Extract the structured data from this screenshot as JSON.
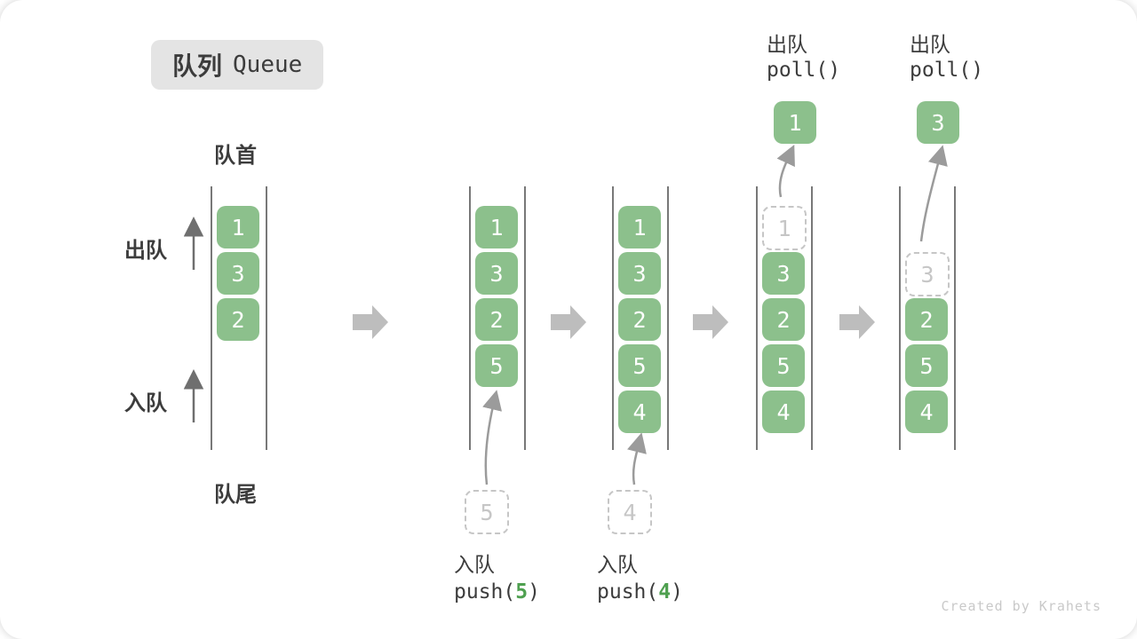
{
  "title": {
    "zh": "队列",
    "en": "Queue"
  },
  "labels": {
    "front": "队首",
    "rear": "队尾",
    "dequeue": "出队",
    "enqueue": "入队"
  },
  "watermark": "Created by Krahets",
  "colors": {
    "box_green": "#8CC08C",
    "arg_green": "#4FA050",
    "block_arrow": "#BDBDBD",
    "wall_gray": "#787878",
    "ghost_gray": "#C6C6C6",
    "arrow_dark": "#6F6F6F",
    "arrow_light": "#9B9B9B",
    "text_dark": "#3C3C3C",
    "badge_bg": "#E4E4E4",
    "watermark_gray": "#C9C9C9"
  },
  "states": [
    {
      "name": "initial",
      "slots": [
        {
          "v": "1"
        },
        {
          "v": "3"
        },
        {
          "v": "2"
        }
      ]
    },
    {
      "name": "after-push-5",
      "slots": [
        {
          "v": "1"
        },
        {
          "v": "3"
        },
        {
          "v": "2"
        },
        {
          "v": "5"
        }
      ],
      "op": {
        "type": "enqueue",
        "label": "入队",
        "code_pre": "push(",
        "arg": "5",
        "code_post": ")",
        "staged": "5"
      }
    },
    {
      "name": "after-push-4",
      "slots": [
        {
          "v": "1"
        },
        {
          "v": "3"
        },
        {
          "v": "2"
        },
        {
          "v": "5"
        },
        {
          "v": "4"
        }
      ],
      "op": {
        "type": "enqueue",
        "label": "入队",
        "code_pre": "push(",
        "arg": "4",
        "code_post": ")",
        "staged": "4"
      }
    },
    {
      "name": "after-poll-1",
      "slots": [
        {
          "v": "1",
          "ghost": true
        },
        {
          "v": "3"
        },
        {
          "v": "2"
        },
        {
          "v": "5"
        },
        {
          "v": "4"
        }
      ],
      "op": {
        "type": "dequeue",
        "label": "出队",
        "code": "poll()",
        "removed": "1"
      }
    },
    {
      "name": "after-poll-3",
      "slots": [
        {
          "empty": true
        },
        {
          "v": "3",
          "ghost": true
        },
        {
          "v": "2"
        },
        {
          "v": "5"
        },
        {
          "v": "4"
        }
      ],
      "op": {
        "type": "dequeue",
        "label": "出队",
        "code": "poll()",
        "removed": "3"
      }
    }
  ]
}
